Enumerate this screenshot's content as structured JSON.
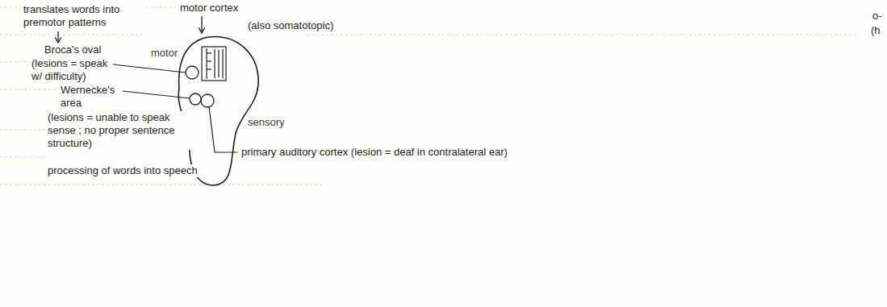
{
  "diagram": {
    "labels": [
      "translates words into premotor patterns",
      "Broca's oval",
      "(lesions = speak w/ difficulty)",
      "motor cortex",
      "(also somatotopic)",
      "motor",
      "Wernecke's area",
      "(lesions = unable to speak sense ; no proper sentence structure)",
      "processing of words into speech",
      "sensory",
      "primary auditory cortex (lesion = deaf in contralateral ear)",
      "o-",
      "(h"
    ]
  }
}
